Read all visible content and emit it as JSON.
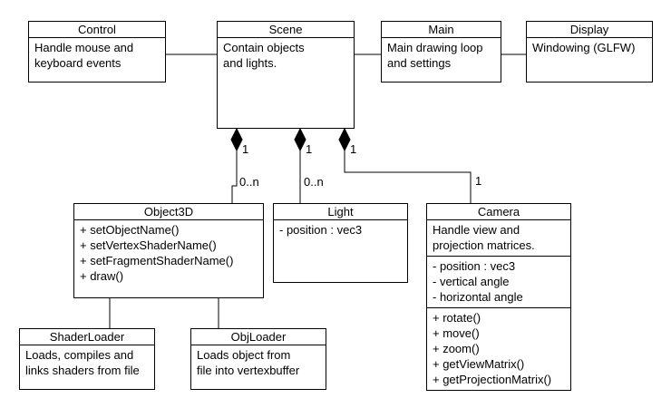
{
  "classes": {
    "control": {
      "name": "Control",
      "description": [
        "Handle mouse and",
        "keyboard events"
      ]
    },
    "scene": {
      "name": "Scene",
      "description": [
        "Contain objects",
        "and lights."
      ]
    },
    "main": {
      "name": "Main",
      "description": [
        "Main drawing loop",
        "and settings"
      ]
    },
    "display": {
      "name": "Display",
      "description": [
        "Windowing (GLFW)"
      ]
    },
    "object3d": {
      "name": "Object3D",
      "methods": [
        "+ setObjectName()",
        "+ setVertexShaderName()",
        "+ setFragmentShaderName()",
        "+ draw()"
      ]
    },
    "light": {
      "name": "Light",
      "attributes": [
        "- position : vec3"
      ]
    },
    "camera": {
      "name": "Camera",
      "description": [
        "Handle view and",
        "projection matrices."
      ],
      "attributes": [
        "- position : vec3",
        "- vertical angle",
        "- horizontal angle"
      ],
      "methods": [
        "+ rotate()",
        "+ move()",
        "+ zoom()",
        "+ getViewMatrix()",
        "+ getProjectionMatrix()"
      ]
    },
    "shaderloader": {
      "name": "ShaderLoader",
      "description": [
        "Loads, compiles and",
        "links shaders from file"
      ]
    },
    "objloader": {
      "name": "ObjLoader",
      "description": [
        "Loads object from",
        "file into vertexbuffer"
      ]
    }
  },
  "relations": {
    "scene_object3d": {
      "source_multiplicity": "1",
      "target_multiplicity": "0..n"
    },
    "scene_light": {
      "source_multiplicity": "1",
      "target_multiplicity": "0..n"
    },
    "scene_camera": {
      "source_multiplicity": "1",
      "target_multiplicity": "1"
    }
  },
  "colors": {
    "line": "#000000",
    "background": "#ffffff"
  }
}
